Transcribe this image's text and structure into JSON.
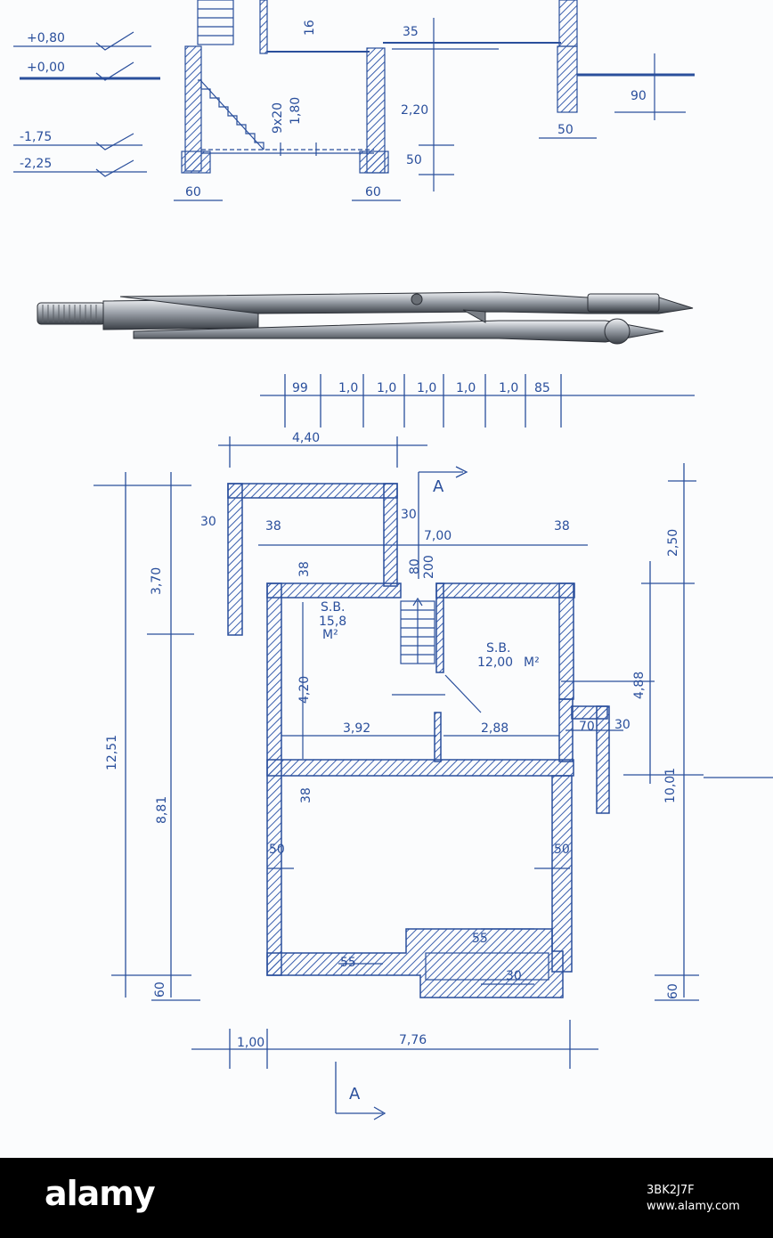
{
  "footer": {
    "brand": "alamy",
    "image_id": "3BK2J7F",
    "site": "www.alamy.com"
  },
  "section_drawing": {
    "levels": [
      "+0,80",
      "+0,00",
      "-1,75",
      "-2,25"
    ],
    "dims": [
      "35",
      "2,20",
      "50",
      "60",
      "60",
      "50",
      "90",
      "9x20",
      "1,80",
      "16"
    ]
  },
  "floor_plan": {
    "top_chain": [
      "99",
      "1,0",
      "1,0",
      "1,0",
      "1,0",
      "1,0",
      "85"
    ],
    "overall_width_top": "4,40",
    "width_7": "7,00",
    "left_heights": [
      "3,70",
      "12,51",
      "8,81",
      "60"
    ],
    "right_heights": [
      "2,50",
      "4,88",
      "10,01",
      "60"
    ],
    "wall_labels": [
      "30",
      "38",
      "38",
      "30",
      "38",
      "80",
      "200",
      "38",
      "50",
      "50",
      "55",
      "55",
      "30",
      "70",
      "30"
    ],
    "room_left": {
      "code": "S.B.",
      "area": "15,8",
      "unit": "M²",
      "height": "4,20",
      "width": "3,92"
    },
    "room_right": {
      "code": "S.B.",
      "area": "12,00",
      "unit": "M²",
      "width": "2,88"
    },
    "bottom_dims": [
      "1,00",
      "7,76"
    ],
    "section_marker": "A"
  }
}
